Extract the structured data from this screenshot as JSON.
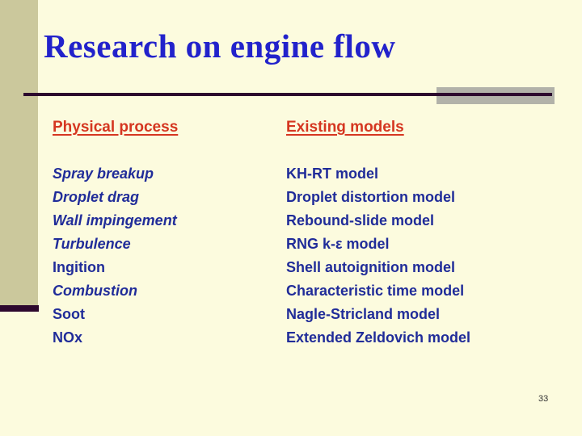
{
  "slide": {
    "title": "Research on engine flow",
    "page_number": "33",
    "columns": [
      {
        "header": "Physical process",
        "items": [
          {
            "text": "Spray breakup",
            "italic": true
          },
          {
            "text": "Droplet drag",
            "italic": true
          },
          {
            "text": "Wall impingement",
            "italic": true
          },
          {
            "text": "Turbulence",
            "italic": true
          },
          {
            "text": "Ingition",
            "italic": false
          },
          {
            "text": "Combustion",
            "italic": true
          },
          {
            "text": "Soot",
            "italic": false
          },
          {
            "text": "NOx",
            "italic": false
          }
        ]
      },
      {
        "header": "Existing models",
        "items": [
          {
            "text": "KH-RT model",
            "italic": false
          },
          {
            "text": "Droplet distortion model",
            "italic": false
          },
          {
            "text": "Rebound-slide model",
            "italic": false
          },
          {
            "text": "RNG k-ε model",
            "italic": false
          },
          {
            "text": "Shell autoignition model",
            "italic": false
          },
          {
            "text": "Characteristic time model",
            "italic": false
          },
          {
            "text": "Nagle-Stricland model",
            "italic": false
          },
          {
            "text": "Extended Zeldovich model",
            "italic": false
          }
        ]
      }
    ],
    "colors": {
      "background": "#FCFBDE",
      "khaki": "#CBC89C",
      "maroon": "#2D082E",
      "gray_block": "#B2B2A9",
      "title_blue": "#2222CB",
      "body_navy": "#202C99",
      "header_red": "#D53620",
      "page_num": "#333333"
    }
  }
}
